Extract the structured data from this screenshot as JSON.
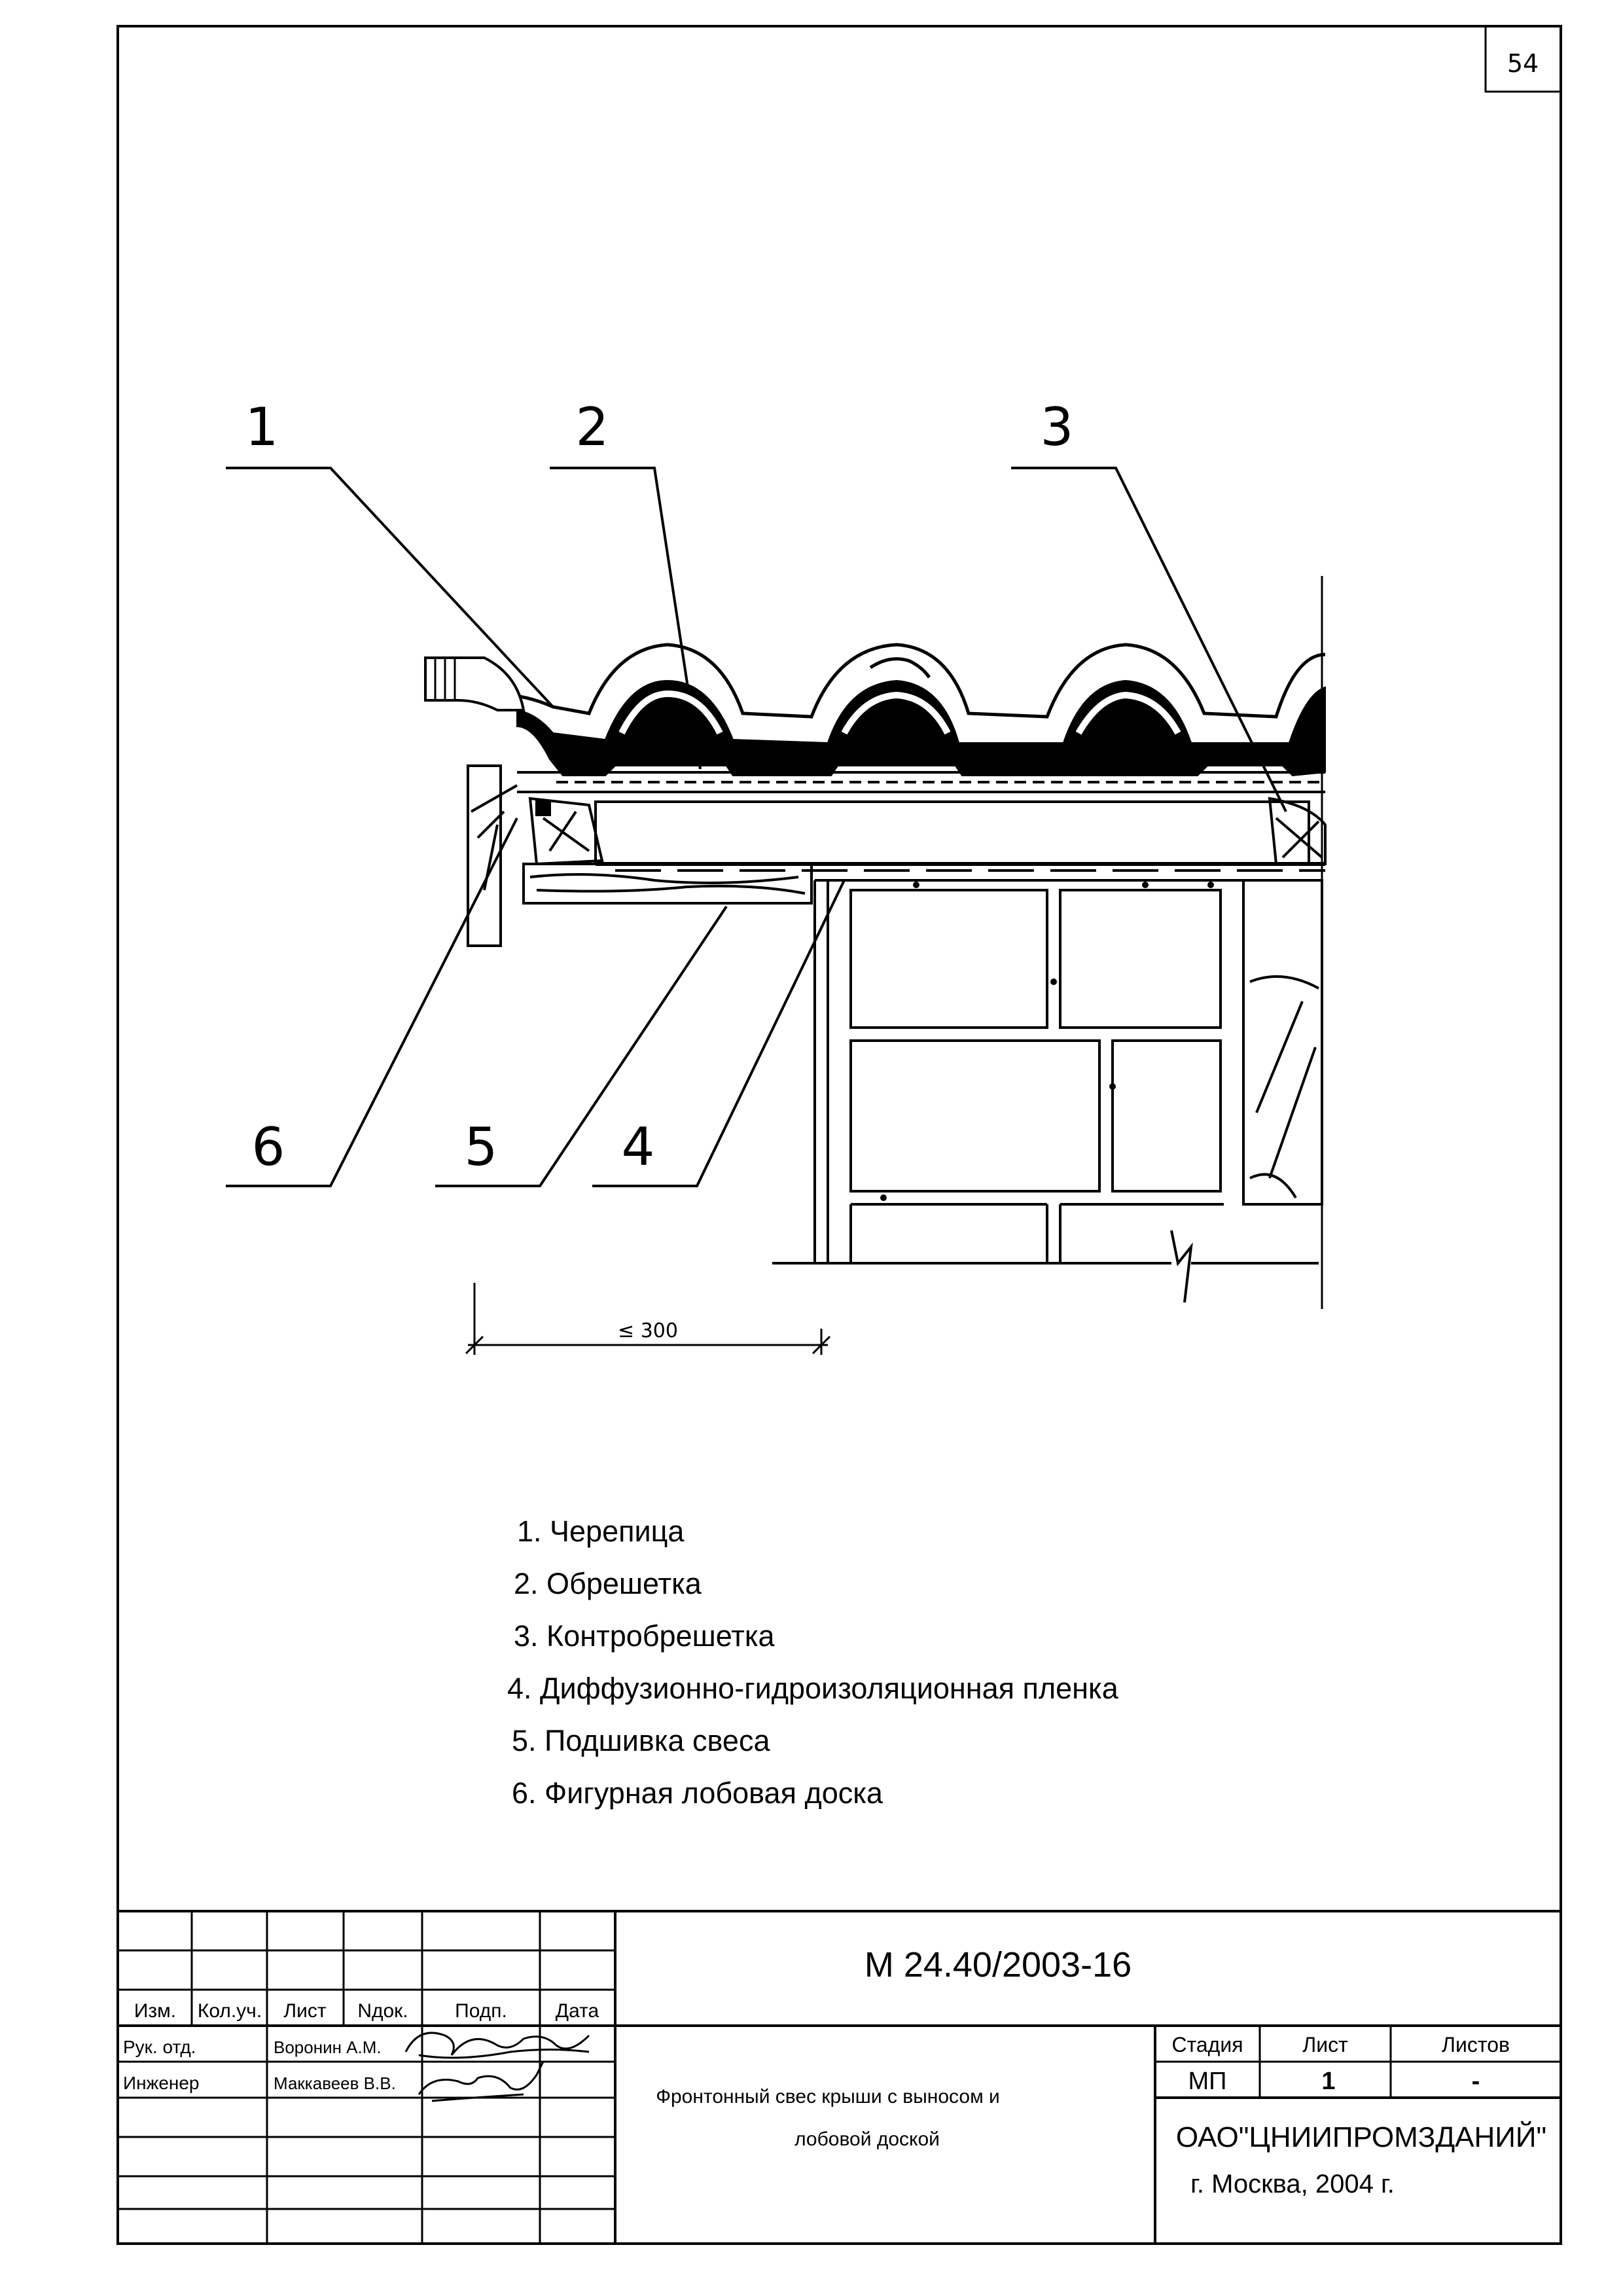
{
  "sheet": {
    "page_number": "54"
  },
  "drawing": {
    "callouts": [
      "1",
      "2",
      "3",
      "6",
      "5",
      "4"
    ],
    "dimension": "≤ 300"
  },
  "legend": {
    "items": [
      "1. Черепица",
      "2. Обрешетка",
      "3. Контробрешетка",
      "4. Диффузионно-гидроизоляционная пленка",
      "5. Подшивка свеса",
      "6. Фигурная лобовая доска"
    ]
  },
  "title_block": {
    "doc_code": "М 24.40/2003-16",
    "headers": {
      "izm": "Изм.",
      "kol_uch": "Кол.уч.",
      "list": "Лист",
      "ndok": "Nдок.",
      "podp": "Подп.",
      "data": "Дата"
    },
    "roles": [
      {
        "role": "Рук. отд.",
        "name": "Воронин А.М."
      },
      {
        "role": "Инженер",
        "name": "Маккавеев В.В."
      }
    ],
    "title_line1": "Фронтонный свес крыши с выносом и",
    "title_line2": "лобовой доской",
    "stage_header": "Стадия",
    "sheet_header": "Лист",
    "sheets_header": "Листов",
    "stage": "МП",
    "sheet": "1",
    "sheets": "-",
    "org": "ОАО\"ЦНИИПРОМЗДАНИЙ\"",
    "city": "г. Москва, 2004 г."
  }
}
